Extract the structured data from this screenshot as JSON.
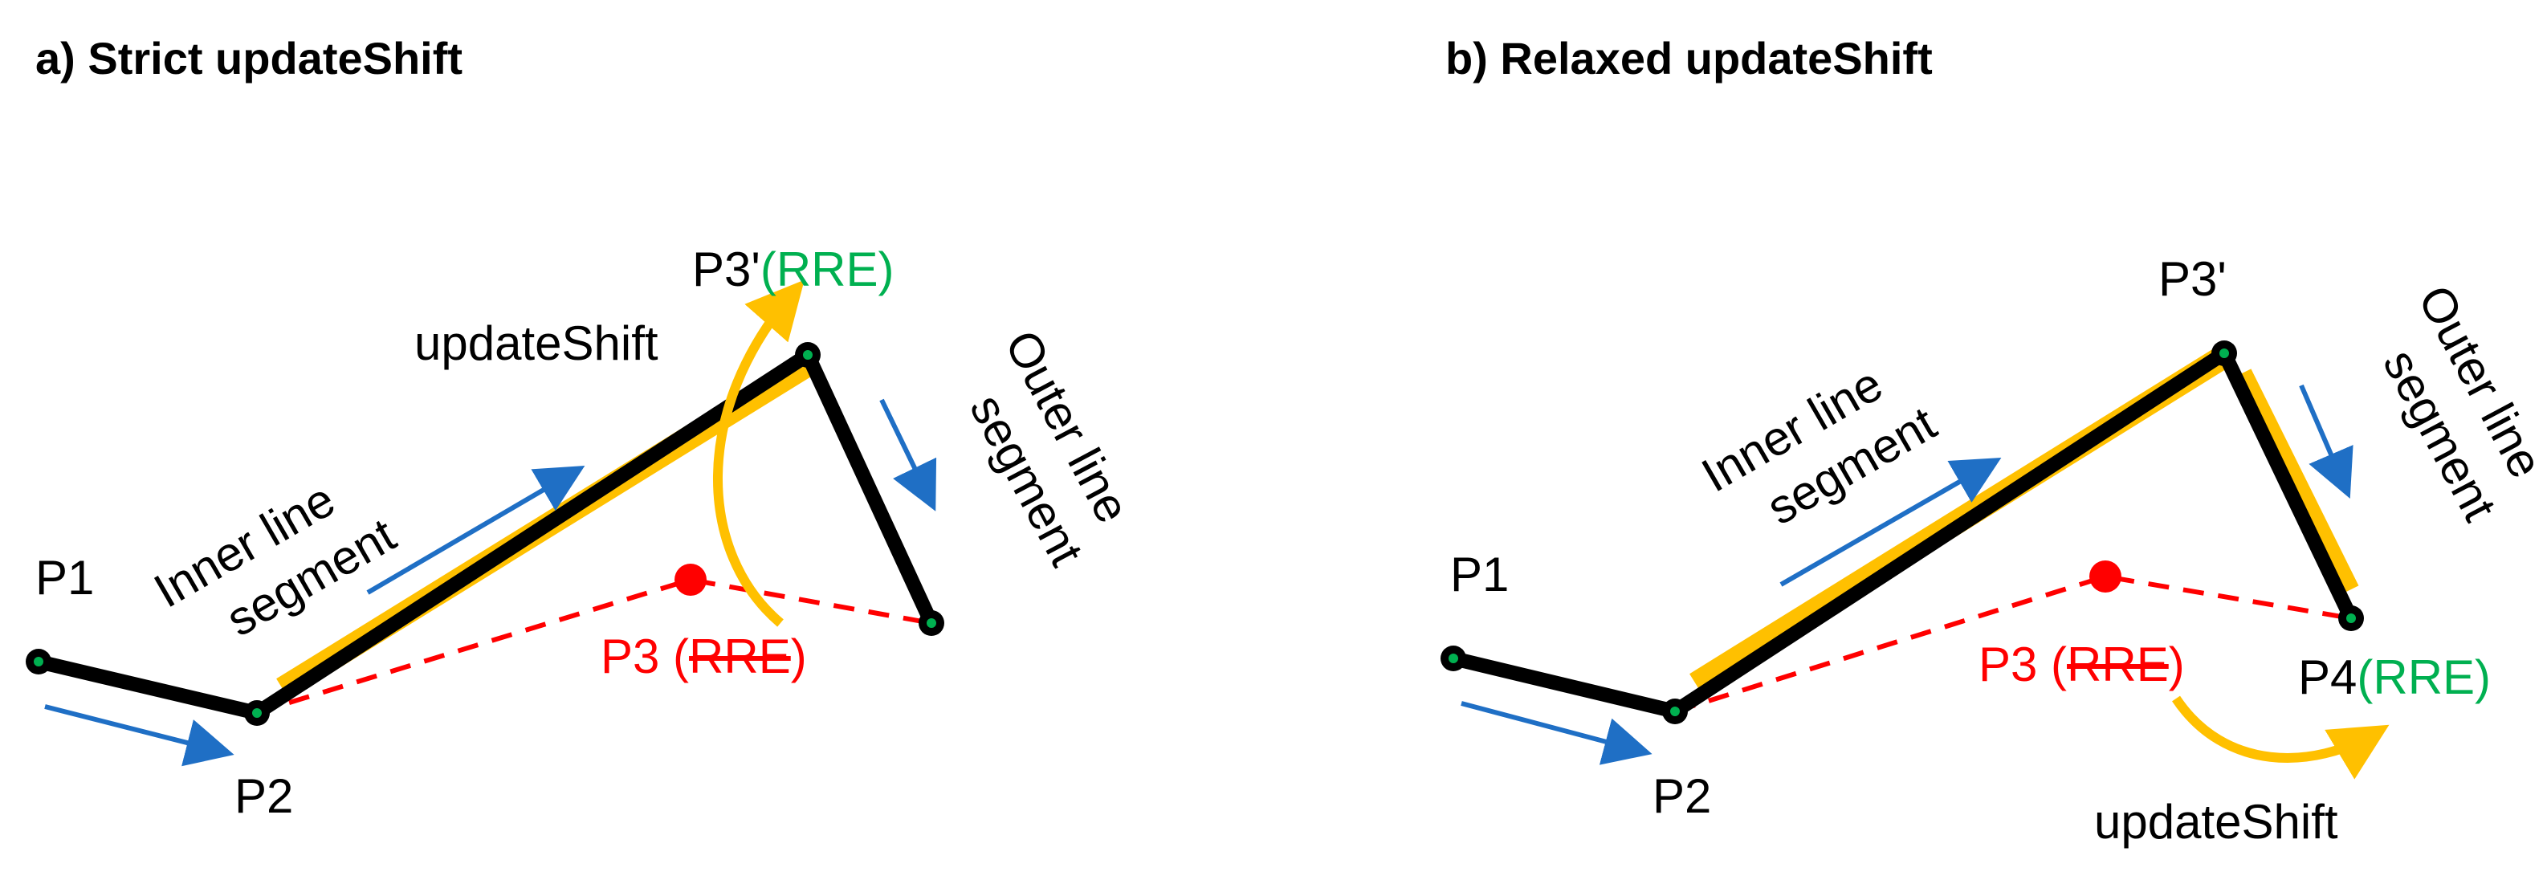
{
  "panels": [
    {
      "title": "a) Strict updateShift",
      "points": {
        "p1": "P1",
        "p2": "P2",
        "p3prime": "P3'",
        "p3prime_tag": "(RRE)",
        "p3": "P3 (",
        "p3_struck": "RRE",
        "p3_close": ")"
      },
      "inner_segment": [
        "Inner line",
        "segment"
      ],
      "outer_segment": [
        "Outer line",
        "segment"
      ],
      "update_label": "updateShift"
    },
    {
      "title": "b) Relaxed updateShift",
      "points": {
        "p1": "P1",
        "p2": "P2",
        "p3prime": "P3'",
        "p3": "P3 (",
        "p3_struck": "RRE",
        "p3_close": ")",
        "p4": "P4",
        "p4_tag": "(RRE)"
      },
      "inner_segment": [
        "Inner line",
        "segment"
      ],
      "outer_segment": [
        "Outer line",
        "segment"
      ],
      "update_label": "updateShift"
    }
  ],
  "colors": {
    "polyline": "#000000",
    "vertex": "#00b050",
    "highlight": "#ffc000",
    "dashed": "#ff0000",
    "direction_arrow": "#1f6fc5",
    "rre_green": "#00b050",
    "removed_red": "#ff0000"
  }
}
